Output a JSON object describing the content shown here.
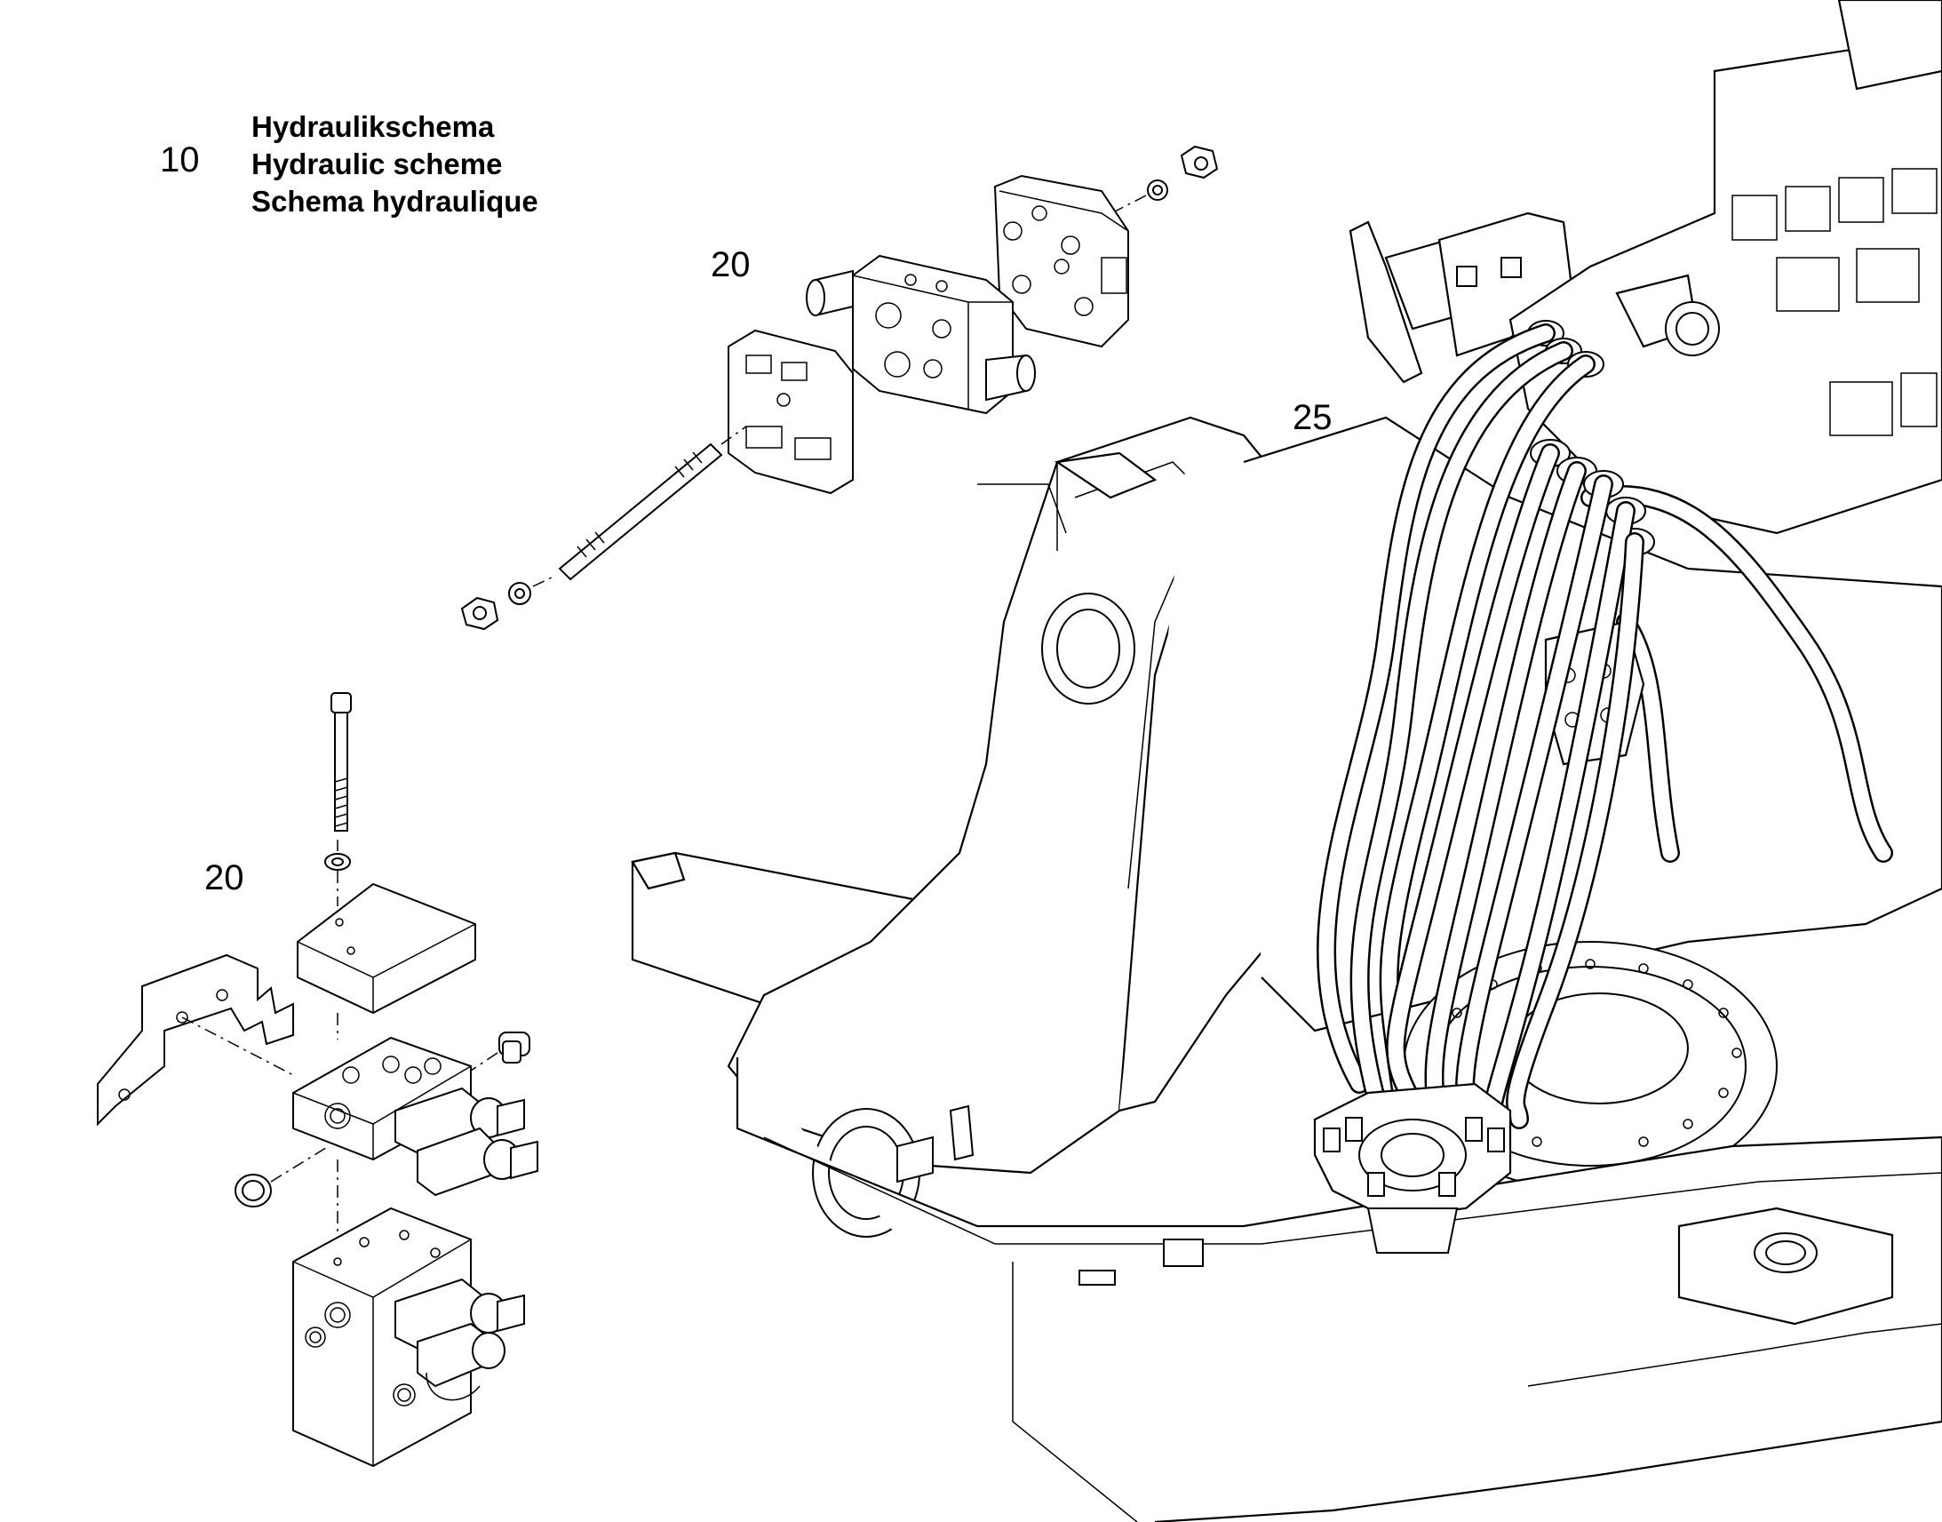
{
  "legend": {
    "number": "10",
    "lines": [
      "Hydraulikschema",
      "Hydraulic scheme",
      "Schema hydraulique"
    ]
  },
  "callouts": {
    "top_valve": "20",
    "lower_valve": "20",
    "hoses": "25"
  }
}
